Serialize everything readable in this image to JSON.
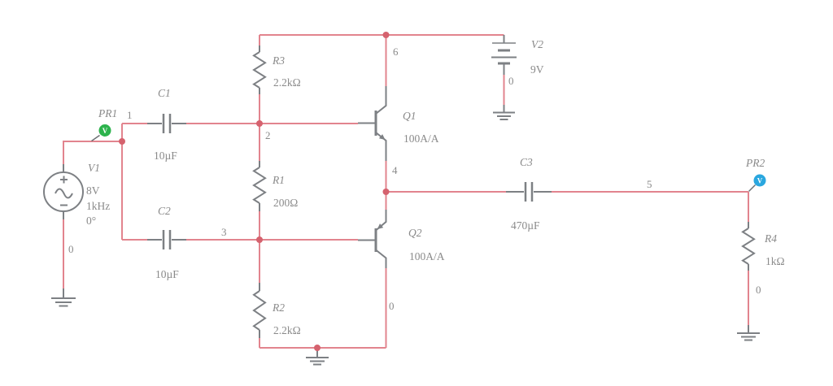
{
  "colors": {
    "wire": "#e2848e",
    "junction": "#d5626e",
    "symbol": "#7d8084",
    "text": "#8a8a8a",
    "probe_green": "#2db34d",
    "probe_blue": "#2aa7df",
    "canvas": "#ffffff"
  },
  "components": {
    "V1": {
      "ref": "V1",
      "lines": [
        "8V",
        "1kHz",
        "0°"
      ]
    },
    "V2": {
      "ref": "V2",
      "value": "9V"
    },
    "C1": {
      "ref": "C1",
      "value": "10µF"
    },
    "C2": {
      "ref": "C2",
      "value": "10µF"
    },
    "C3": {
      "ref": "C3",
      "value": "470µF"
    },
    "R1": {
      "ref": "R1",
      "value": "200Ω"
    },
    "R2": {
      "ref": "R2",
      "value": "2.2kΩ"
    },
    "R3": {
      "ref": "R3",
      "value": "2.2kΩ"
    },
    "R4": {
      "ref": "R4",
      "value": "1kΩ"
    },
    "Q1": {
      "ref": "Q1",
      "value": "100A/A"
    },
    "Q2": {
      "ref": "Q2",
      "value": "100A/A"
    }
  },
  "probes": {
    "PR1": {
      "label": "PR1",
      "letter": "V"
    },
    "PR2": {
      "label": "PR2",
      "letter": "V"
    }
  },
  "nets": {
    "n1": "1",
    "n2": "2",
    "n3": "3",
    "n4": "4",
    "n5": "5",
    "n6": "6",
    "gnd_v1": "0",
    "gnd_v2": "0",
    "gnd_q2": "0",
    "gnd_r4": "0"
  }
}
